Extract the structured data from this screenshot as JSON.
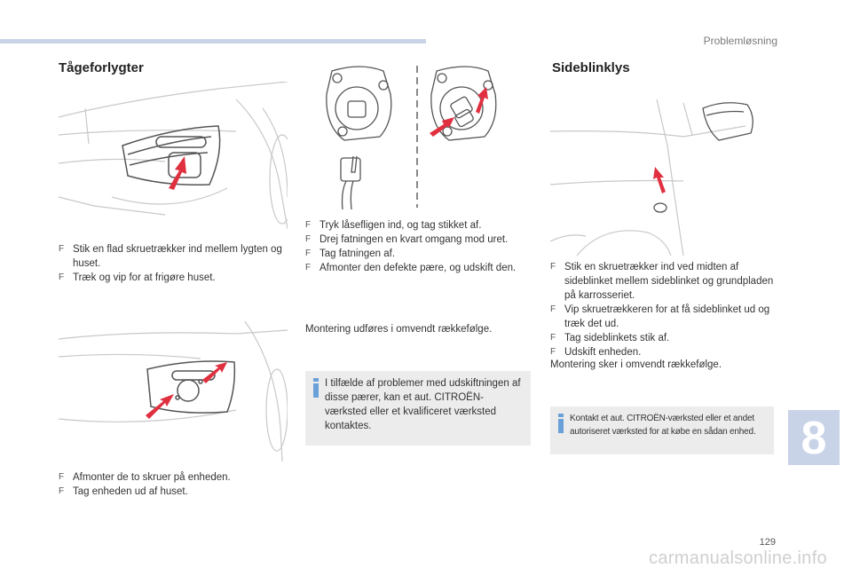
{
  "header": {
    "section_title": "Problemløsning"
  },
  "colors": {
    "accent_bar": "#c9d3e8",
    "arrow": "#e03040",
    "info_bar": "#6aa0d8",
    "box_bg": "#ececec"
  },
  "fog_lights": {
    "title": "Tågeforlygter",
    "steps_a": [
      "Stik en flad skruetrækker ind mellem lygten og huset.",
      "Træk og vip for at frigøre huset."
    ],
    "steps_b": [
      "Afmonter de to skruer på enheden.",
      "Tag enheden ud af huset."
    ]
  },
  "bulb": {
    "steps": [
      "Tryk låsefligen ind, og tag stikket af.",
      "Drej fatningen en kvart omgang mod uret.",
      "Tag fatningen af.",
      "Afmonter den defekte pære, og udskift den."
    ],
    "reassembly": "Montering udføres i omvendt rækkefølge.",
    "info": "I tilfælde af problemer med udskiftningen af disse pærer, kan et aut. CITROËN-værksted eller et kvalificeret værksted kontaktes."
  },
  "side_indicator": {
    "title": "Sideblinklys",
    "steps": [
      "Stik en skruetrækker ind ved midten af sideblinket mellem sideblinket og grundpladen på karrosseriet.",
      "Vip skruetrækkeren for at få sideblinket ud og træk det ud.",
      "Tag sideblinkets stik af.",
      "Udskift enheden."
    ],
    "reassembly": "Montering sker i omvendt rækkefølge.",
    "info": "Kontakt et aut. CITROËN-værksted eller et andet autoriseret værksted for at købe en sådan enhed."
  },
  "chapter_number": "8",
  "page_number": "129",
  "watermark": "carmanualsonline.info",
  "bullet_glyph": "F"
}
